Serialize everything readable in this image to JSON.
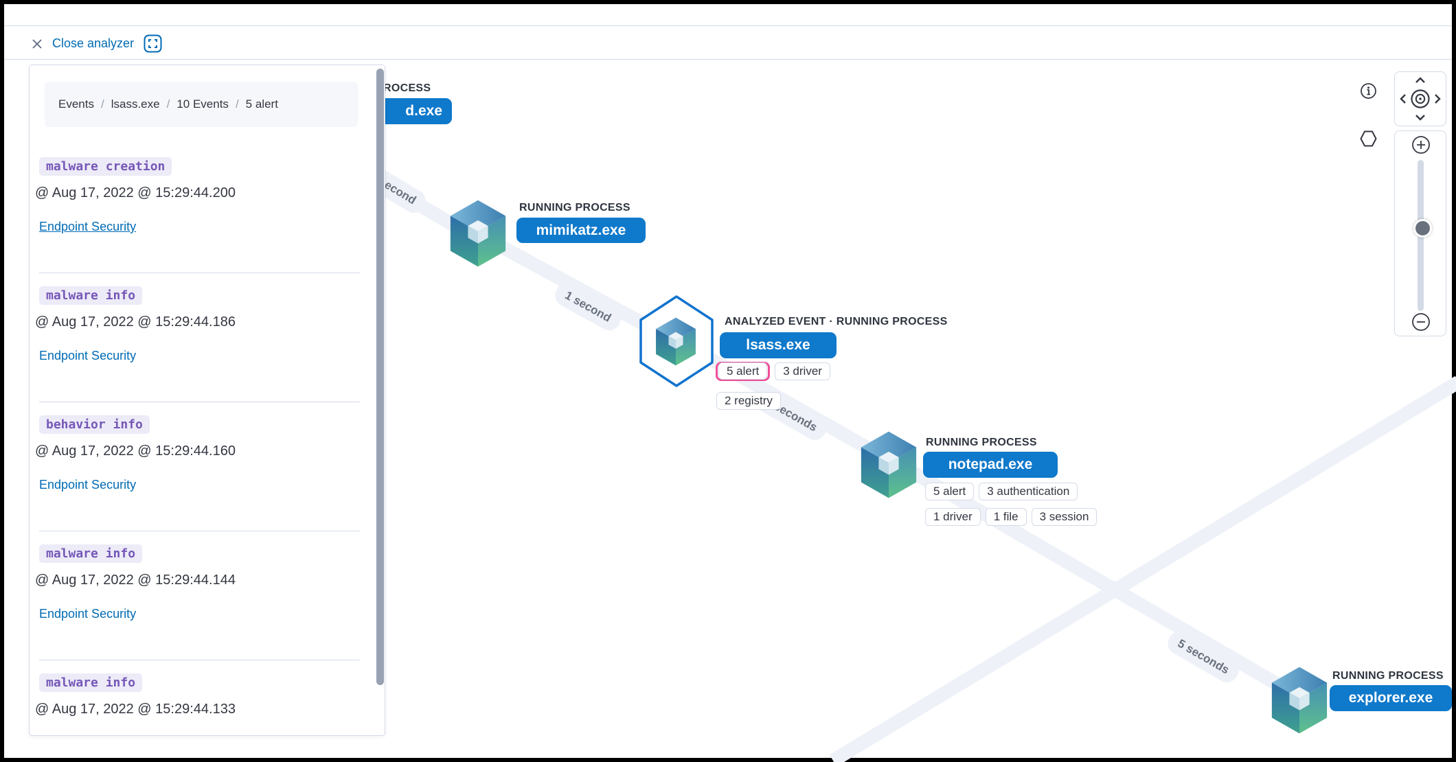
{
  "header": {
    "close_label": "Close analyzer",
    "icons": [
      "close-icon",
      "fullscreen-icon"
    ]
  },
  "panel": {
    "breadcrumbs": [
      "Events",
      "lsass.exe",
      "10 Events",
      "5 alert"
    ],
    "events": [
      {
        "badge": "malware creation",
        "timestamp": "@ Aug 17, 2022 @ 15:29:44.200",
        "source": "Endpoint Security"
      },
      {
        "badge": "malware info",
        "timestamp": "@ Aug 17, 2022 @ 15:29:44.186",
        "source": "Endpoint Security"
      },
      {
        "badge": "behavior info",
        "timestamp": "@ Aug 17, 2022 @ 15:29:44.160",
        "source": "Endpoint Security"
      },
      {
        "badge": "malware info",
        "timestamp": "@ Aug 17, 2022 @ 15:29:44.144",
        "source": "Endpoint Security"
      },
      {
        "badge": "malware info",
        "timestamp": "@ Aug 17, 2022 @ 15:29:44.133",
        "source": "Endpoint Security"
      }
    ]
  },
  "graph": {
    "nodes": [
      {
        "type_label": "ROCESS",
        "name": "d.exe",
        "note": "partially hidden behind panel"
      },
      {
        "type_label": "RUNNING PROCESS",
        "name": "mimikatz.exe"
      },
      {
        "type_label": "ANALYZED EVENT · RUNNING PROCESS",
        "name": "lsass.exe",
        "pills": [
          "5 alert",
          "3 driver",
          "2 registry"
        ],
        "selected_pill": "5 alert"
      },
      {
        "type_label": "RUNNING PROCESS",
        "name": "notepad.exe",
        "pills": [
          "5 alert",
          "3 authentication",
          "1 driver",
          "1 file",
          "3 session"
        ]
      },
      {
        "type_label": "RUNNING PROCESS",
        "name": "explorer.exe"
      }
    ],
    "edge_labels": [
      "econd",
      "1 second",
      "3 seconds",
      "5 seconds"
    ]
  },
  "controls": {
    "icons": [
      "info-icon",
      "compass-icon",
      "hexagon-icon",
      "zoom-in-icon",
      "zoom-out-icon"
    ],
    "zoom_slider": {
      "thumb_position_pct": 42
    }
  },
  "colors": {
    "primary_blue": "#0f79cb",
    "link_blue": "#006bb4",
    "accent_pink": "#f04e98",
    "band": "#eef1f8",
    "border": "#d3dae6",
    "text_dark": "#343741",
    "text_subdued": "#69707d",
    "badge_purple": "#7657b8",
    "badge_bg": "#ecebf7",
    "breadcrumb_bg": "#f5f7fa",
    "scrollbar": "#98a2b3"
  }
}
